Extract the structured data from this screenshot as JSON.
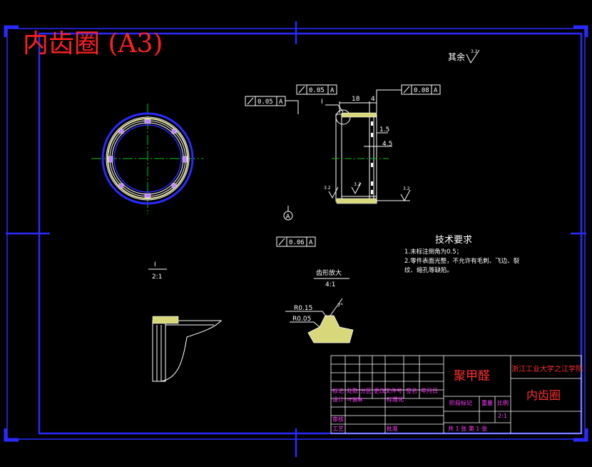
{
  "title": "内齿圈 (A3)",
  "roughness_note": {
    "label": "其余",
    "value": "3.2"
  },
  "tolerances": {
    "top_left": {
      "value": "0.05",
      "datum": "A"
    },
    "top_mid": {
      "value": "0.05",
      "datum": "A"
    },
    "top_right": {
      "value": "0.08",
      "datum": "A"
    },
    "bottom": {
      "value": "0.06",
      "datum": "A"
    }
  },
  "dimensions": {
    "d18": "18",
    "d4": "4",
    "d15": "1.5",
    "d45": "4.5",
    "detail_mark": "I"
  },
  "roughness_marks": {
    "left": "3.2",
    "inner": "3.2",
    "right": "3.2"
  },
  "datum_label": "A",
  "tech_requirements": {
    "heading": "技术要求",
    "line1": "1.未标注倒角为0.5；",
    "line2": "2.零件表面光整，不允许有毛刺、飞边、裂",
    "line3": "纹、缩孔等缺陷。"
  },
  "detail_view": {
    "mark": "I",
    "scale": "2:1"
  },
  "tooth_view": {
    "title": "齿形放大",
    "scale": "4:1",
    "r1": "R0.15",
    "r2": "R0.05",
    "angle": "7°"
  },
  "title_block": {
    "material": "聚甲醛",
    "school": "浙江工业大学之江学院",
    "part_name": "内齿圈",
    "header_row": [
      "标记",
      "处数",
      "分区",
      "更改文件号",
      "签名",
      "年月日"
    ],
    "designer_label": "设计",
    "designer_name": "叶雅琳",
    "standard_label": "标准化",
    "stage_label": "阶段标记",
    "weight_label": "重量",
    "scale_label": "比例",
    "scale_value": "2:1",
    "review_label": "审核",
    "process_label": "工艺",
    "approve_label": "批准",
    "sheets": "共 1 张  第 1 张"
  }
}
